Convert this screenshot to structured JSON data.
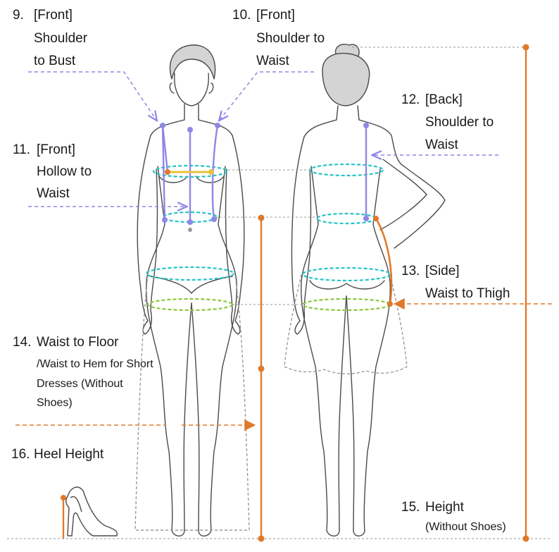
{
  "labels": {
    "front_shoulder_bust": {
      "num": "9.",
      "l1": "[Front]",
      "l2": "Shoulder",
      "l3": "to Bust"
    },
    "front_shoulder_waist": {
      "num": "10.",
      "l1": "[Front]",
      "l2": "Shoulder to",
      "l3": "Waist"
    },
    "front_hollow_waist": {
      "num": "11.",
      "l1": "[Front]",
      "l2": "Hollow to",
      "l3": "Waist"
    },
    "back_shoulder_waist": {
      "num": "12.",
      "l1": "[Back]",
      "l2": "Shoulder to",
      "l3": "Waist"
    },
    "side_waist_thigh": {
      "num": "13.",
      "l1": "[Side]",
      "l2": "Waist to Thigh"
    },
    "waist_floor": {
      "num": "14.",
      "l1": "Waist to Floor",
      "l2": "/Waist to Hem for Short",
      "l3": "Dresses (Without",
      "l4": "Shoes)"
    },
    "height": {
      "num": "15.",
      "l1": "Height",
      "l2": "(Without Shoes)"
    },
    "heel_height": {
      "num": "16.",
      "l1": "Heel Height"
    }
  },
  "colors": {
    "orange": "#e07a2a",
    "purple": "#8f87e6",
    "cyan": "#27c3c7",
    "green": "#8cc63f",
    "yellow": "#e8c23a",
    "outline": "#4a4a4a",
    "dotted": "#9a9a9a"
  }
}
